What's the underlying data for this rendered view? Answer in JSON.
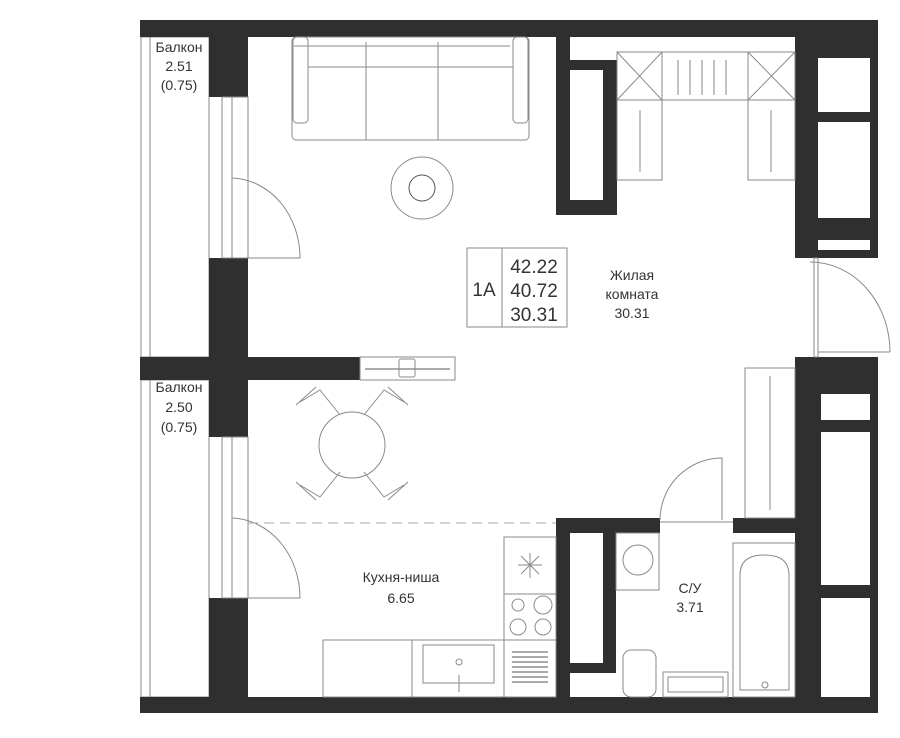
{
  "apartment": {
    "type": "1A",
    "areas": [
      "42.22",
      "40.72",
      "30.31"
    ]
  },
  "rooms": {
    "balcony_top": {
      "name": "Балкон",
      "area": "2.51",
      "coef": "(0.75)"
    },
    "balcony_bottom": {
      "name": "Балкон",
      "area": "2.50",
      "coef": "(0.75)"
    },
    "living": {
      "name_line1": "Жилая",
      "name_line2": "комната",
      "area": "30.31"
    },
    "kitchen": {
      "name": "Кухня-ниша",
      "area": "6.65"
    },
    "bathroom": {
      "name": "С/У",
      "area": "3.71"
    }
  },
  "colors": {
    "wall": "#2f2f2f",
    "line": "#8a8a8a"
  }
}
